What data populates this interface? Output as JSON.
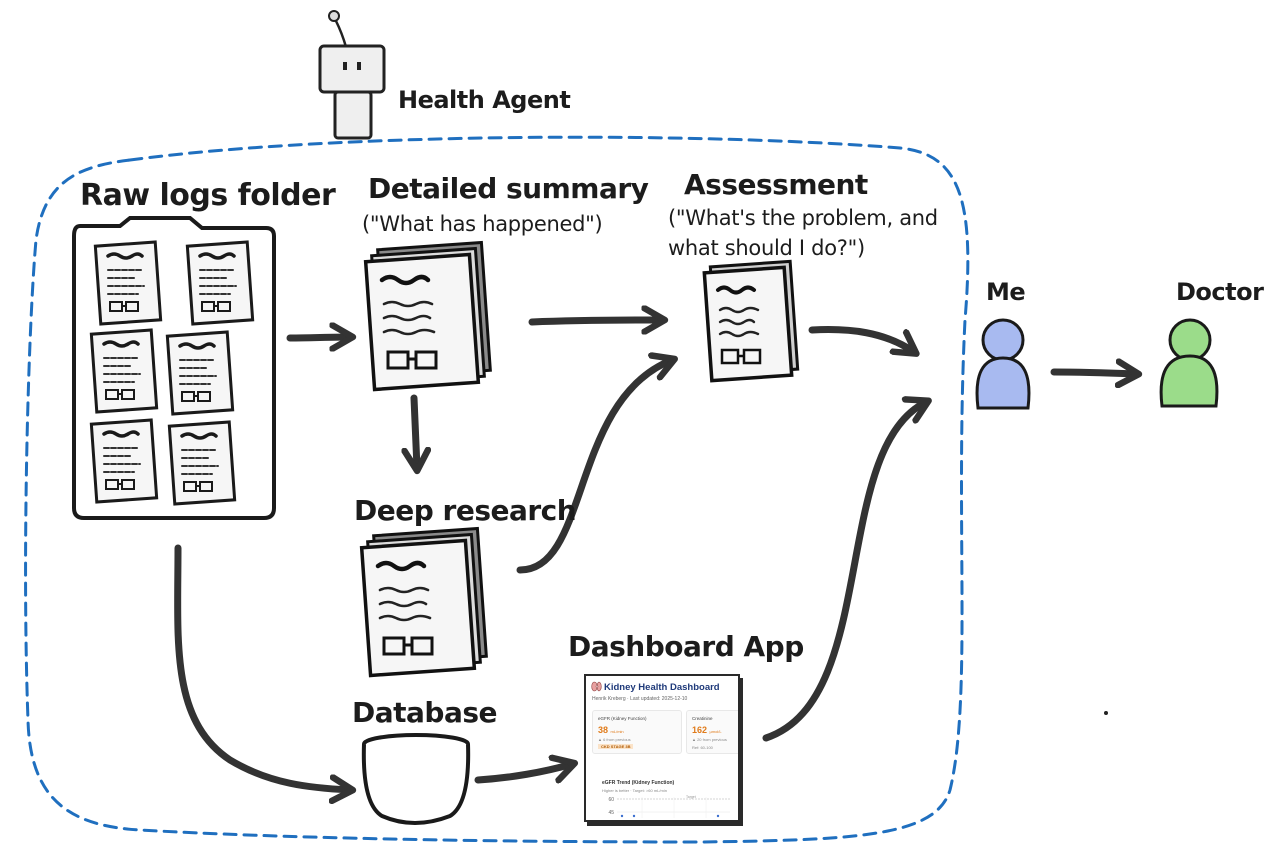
{
  "agent": {
    "label": "Health Agent"
  },
  "nodes": {
    "raw_logs": {
      "label": "Raw logs folder"
    },
    "summary": {
      "label": "Detailed summary",
      "sublabel": "(\"What has happened\")"
    },
    "assessment": {
      "label": "Assessment",
      "sublabel_lines": [
        "(\"What's the problem, and",
        "what should I do?\")"
      ]
    },
    "deep_research": {
      "label": "Deep research"
    },
    "database": {
      "label": "Database"
    },
    "dashboard": {
      "label": "Dashboard App"
    },
    "me": {
      "label": "Me"
    },
    "doctor": {
      "label": "Doctor"
    }
  },
  "dashboard_preview": {
    "title": "Kidney Health Dashboard",
    "subtitle": "Henrik Kreberg · Last updated: 2025-12-10",
    "cards": [
      {
        "label": "eGFR (Kidney Function)",
        "value": "38",
        "unit": "mL/min",
        "delta": "▲ 6 from previous",
        "badge": "CKD STAGE 3B"
      },
      {
        "label": "Creatinine",
        "value": "162",
        "unit": "µmol/L",
        "delta": "▲ 20 from previous",
        "badge": "Ref: 60-100"
      }
    ],
    "trend": {
      "title": "eGFR Trend (Kidney Function)",
      "subtitle": "Higher is better · Target: >60 mL/min",
      "ticks": [
        "60",
        "45"
      ],
      "line_label": "Target"
    }
  },
  "colors": {
    "boundary": "#1f6fbf",
    "ink": "#2a2a2a",
    "me": "#a8baf0",
    "doctor": "#9bdc8a"
  }
}
